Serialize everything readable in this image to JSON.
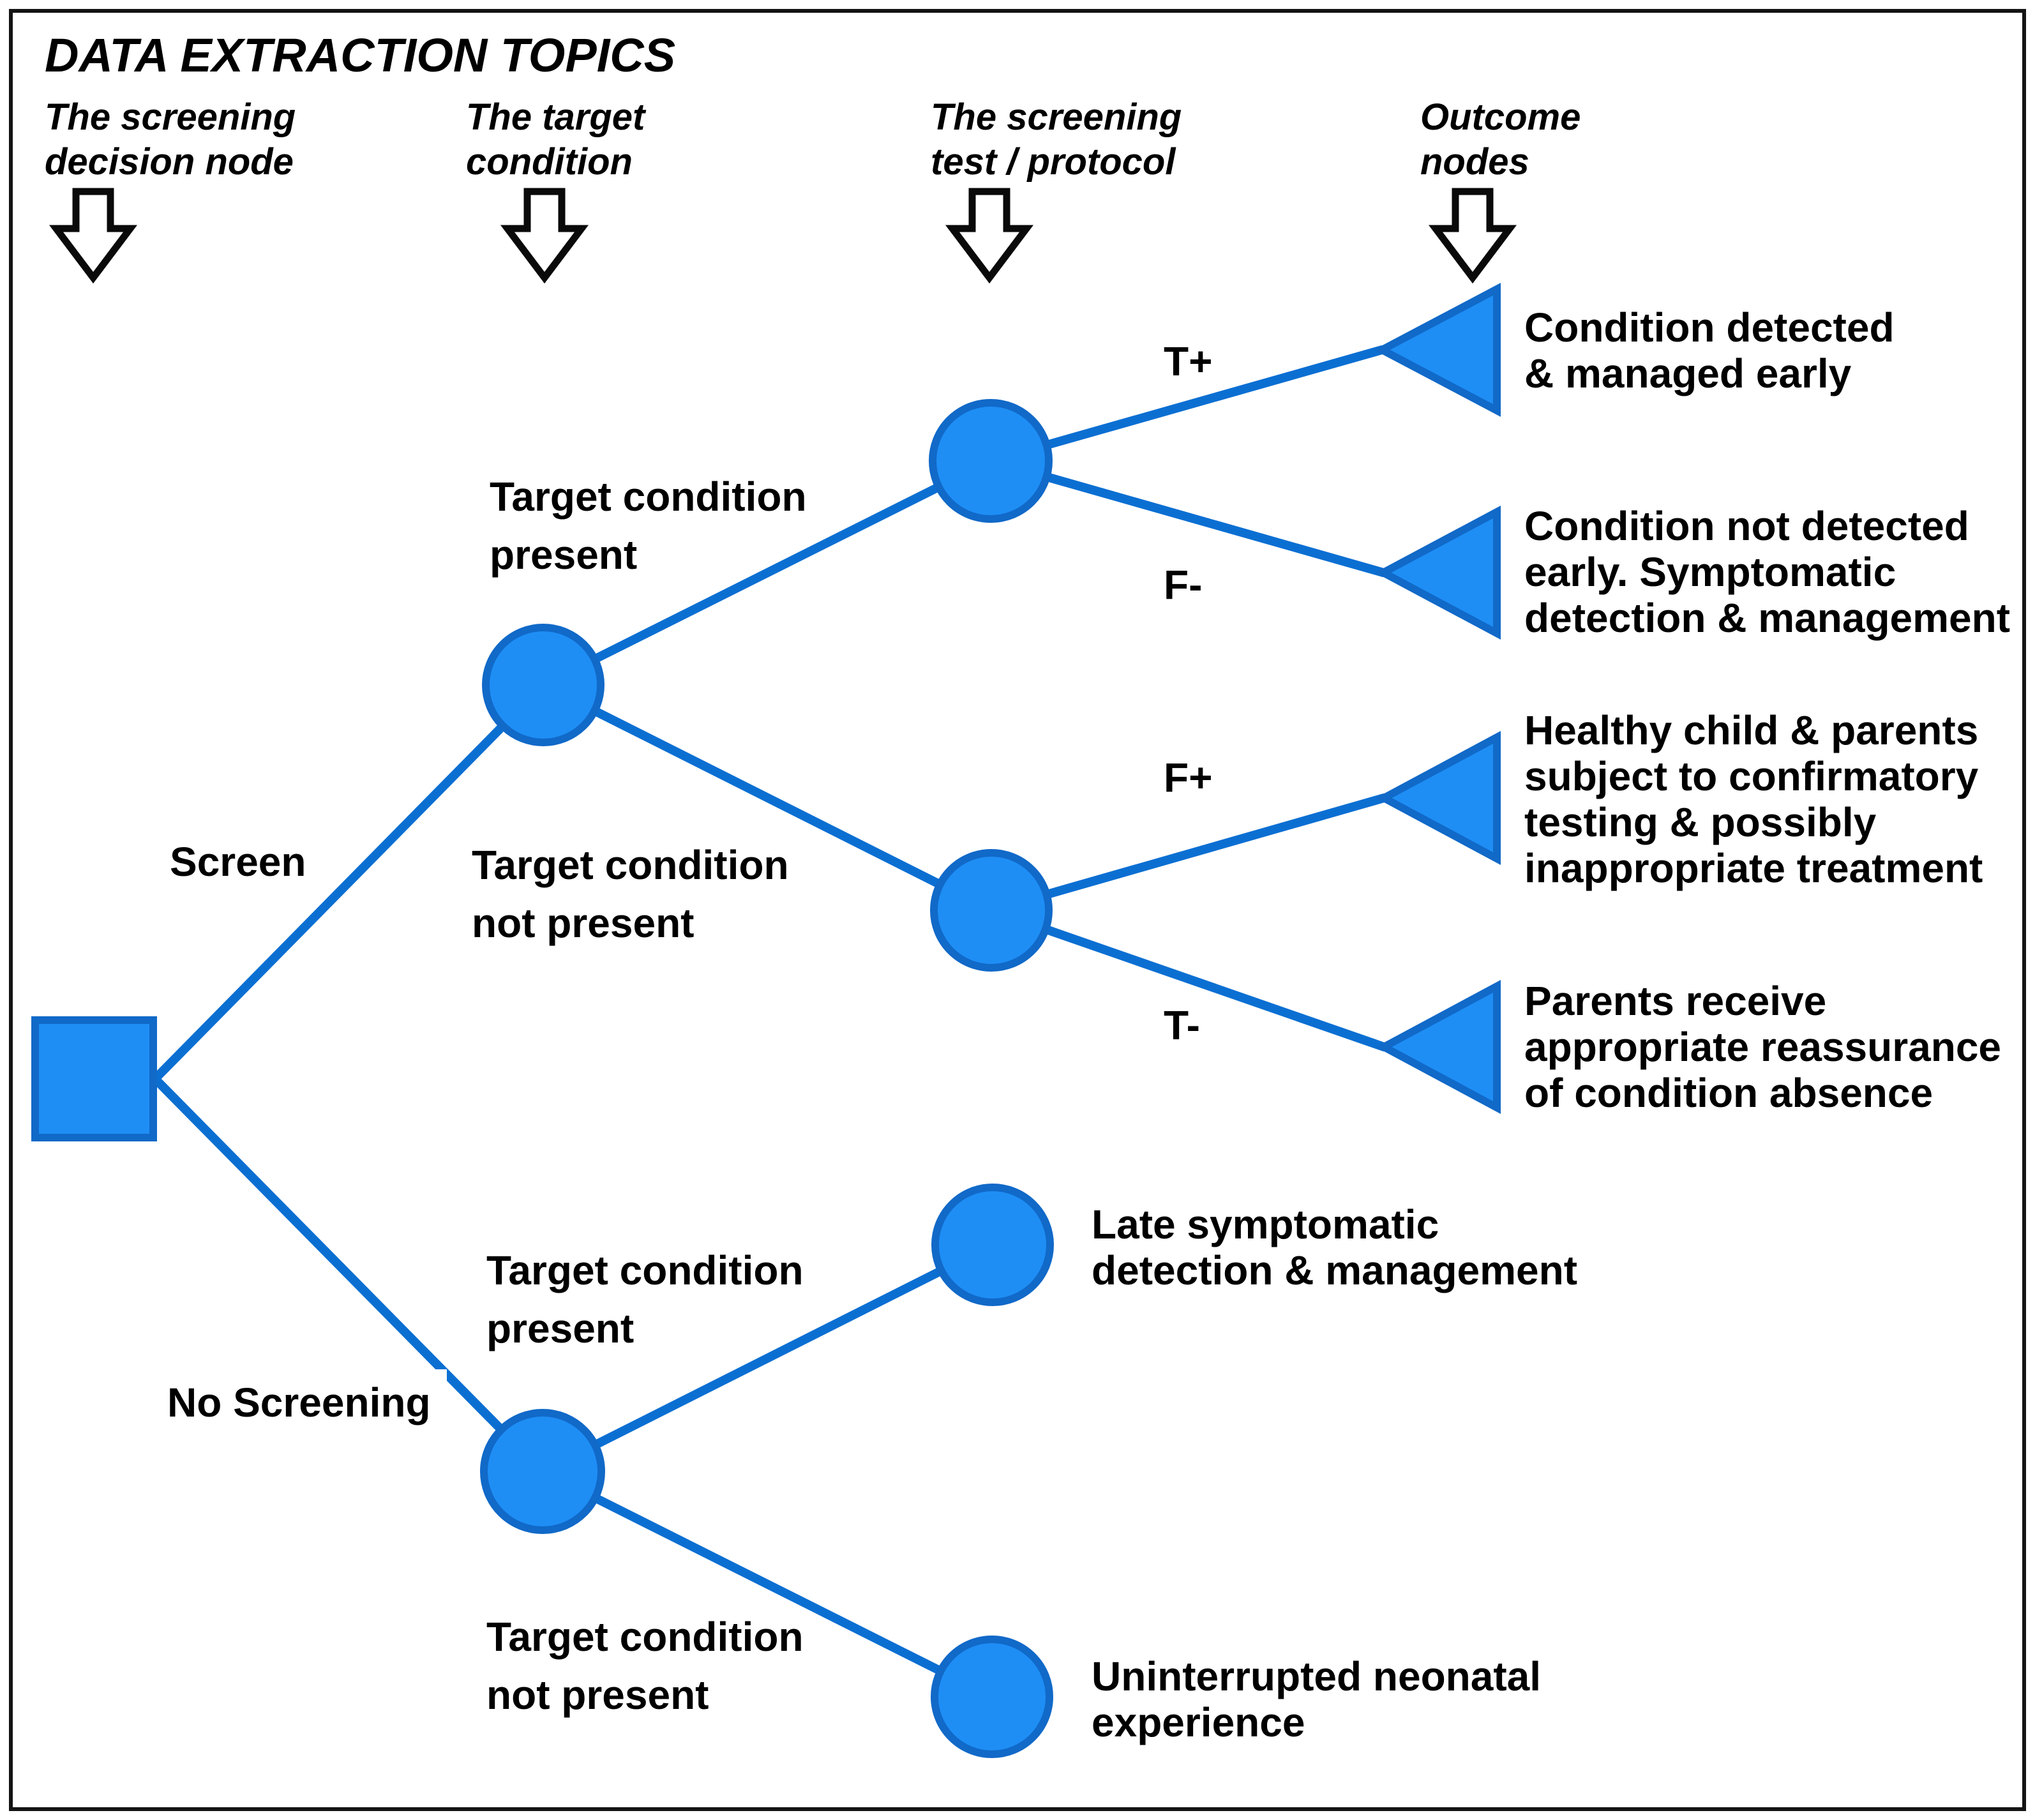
{
  "title": "DATA EXTRACTION TOPICS",
  "columns": [
    {
      "line1": "The screening",
      "line2": "decision node"
    },
    {
      "line1": "The target",
      "line2": "condition"
    },
    {
      "line1": "The screening",
      "line2": "test / protocol"
    },
    {
      "line1": "Outcome",
      "line2": "nodes"
    }
  ],
  "branches": {
    "screen": "Screen",
    "no_screening": "No Screening",
    "t_plus": "T+",
    "f_minus": "F-",
    "f_plus": "F+",
    "t_minus": "T-",
    "tc_present_screen": [
      "Target condition",
      "present"
    ],
    "tc_not_present_screen": [
      "Target condition",
      "not present"
    ],
    "tc_present_noscreen": [
      "Target condition",
      "present"
    ],
    "tc_not_present_noscreen": [
      "Target condition",
      "not present"
    ]
  },
  "outcomes": [
    {
      "lines": [
        "Condition detected",
        "& managed early"
      ]
    },
    {
      "lines": [
        "Condition not detected",
        "early. Symptomatic",
        "detection & management"
      ]
    },
    {
      "lines": [
        "Healthy child & parents",
        "subject to confirmatory",
        "testing & possibly",
        "inappropriate treatment"
      ]
    },
    {
      "lines": [
        "Parents receive",
        "appropriate reassurance",
        "of condition absence"
      ]
    },
    {
      "lines": [
        "Late symptomatic",
        "detection & management"
      ]
    },
    {
      "lines": [
        "Uninterrupted neonatal",
        "experience"
      ]
    }
  ],
  "colors": {
    "node_fill": "#1E8EF5",
    "node_stroke": "#1169C8",
    "branch_line": "#0B6FD2",
    "text": "#000000",
    "frame": "#141414",
    "background": "#ffffff"
  }
}
